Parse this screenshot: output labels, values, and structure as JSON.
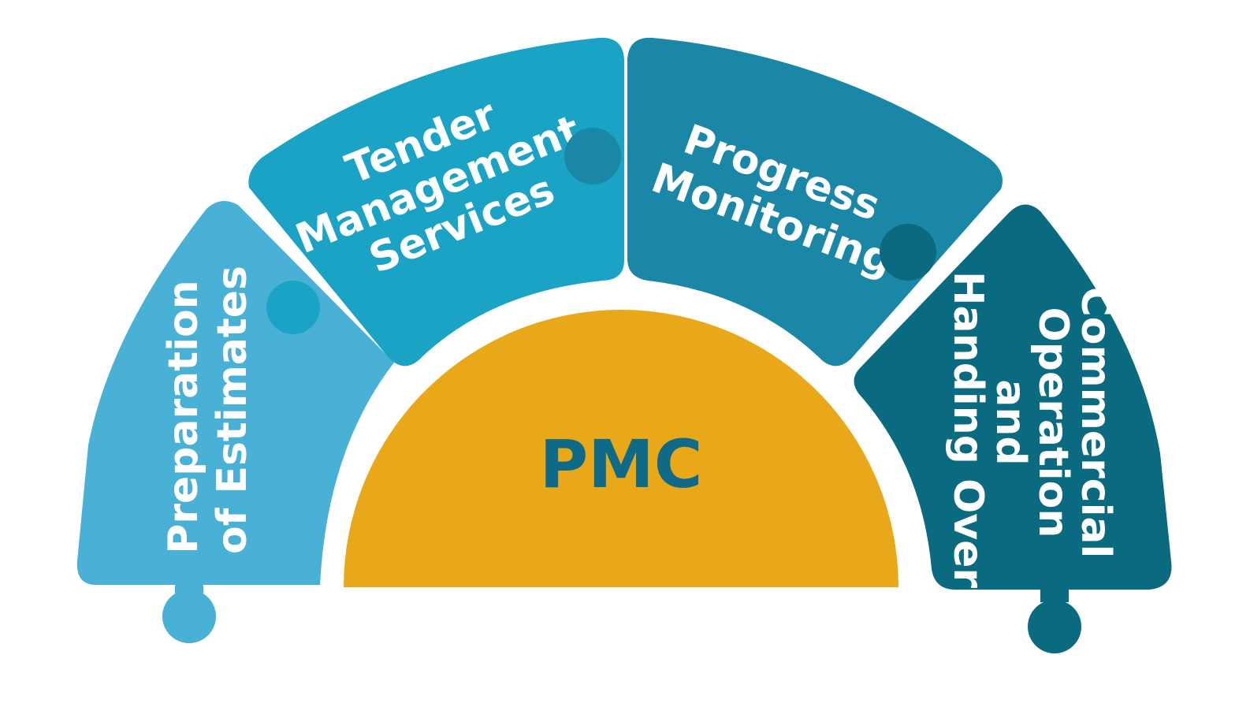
{
  "center": {
    "label": "PMC",
    "fill": "#e8a819",
    "text_color": "#0e6a86"
  },
  "segments": [
    {
      "id": "preparation-of-estimates",
      "lines": [
        "Preparation",
        "of Estimates"
      ],
      "color": "#4ab1d6"
    },
    {
      "id": "tender-management-services",
      "lines": [
        "Tender",
        "Management",
        "Services"
      ],
      "color": "#1ba3c5"
    },
    {
      "id": "progress-monitoring",
      "lines": [
        "Progress",
        "Monitoring"
      ],
      "color": "#1a87a7"
    },
    {
      "id": "commercial-operation-handing-over",
      "lines": [
        "Commercial",
        "Operation",
        "and",
        "Handing Over"
      ],
      "color": "#0a6a80"
    }
  ]
}
